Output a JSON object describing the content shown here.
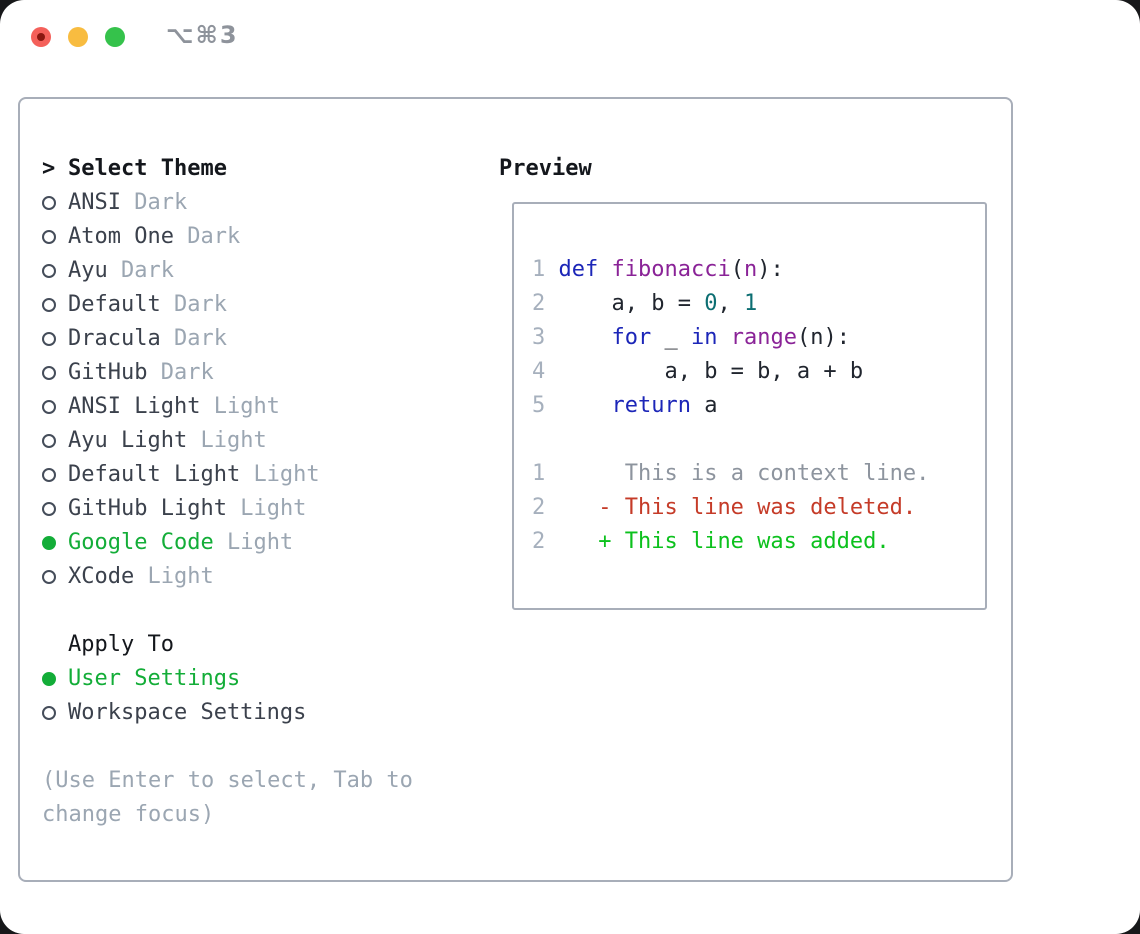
{
  "window": {
    "title": "⌥⌘3"
  },
  "traffic_lights": [
    {
      "name": "close"
    },
    {
      "name": "minimize"
    },
    {
      "name": "zoom"
    }
  ],
  "theme_list": {
    "header_prefix": ">",
    "header": "Select Theme",
    "items": [
      {
        "name": "ANSI",
        "variant": "Dark",
        "selected": false
      },
      {
        "name": "Atom One",
        "variant": "Dark",
        "selected": false
      },
      {
        "name": "Ayu",
        "variant": "Dark",
        "selected": false
      },
      {
        "name": "Default",
        "variant": "Dark",
        "selected": false
      },
      {
        "name": "Dracula",
        "variant": "Dark",
        "selected": false
      },
      {
        "name": "GitHub",
        "variant": "Dark",
        "selected": false
      },
      {
        "name": "ANSI Light",
        "variant": "Light",
        "selected": false
      },
      {
        "name": "Ayu Light",
        "variant": "Light",
        "selected": false
      },
      {
        "name": "Default Light",
        "variant": "Light",
        "selected": false
      },
      {
        "name": "GitHub Light",
        "variant": "Light",
        "selected": false
      },
      {
        "name": "Google Code",
        "variant": "Light",
        "selected": true
      },
      {
        "name": "XCode",
        "variant": "Light",
        "selected": false
      }
    ]
  },
  "apply_to": {
    "header": "Apply To",
    "items": [
      {
        "name": "User Settings",
        "selected": true
      },
      {
        "name": "Workspace Settings",
        "selected": false
      }
    ]
  },
  "hint": {
    "line1": "(Use Enter to select, Tab to",
    "line2": "change focus)"
  },
  "preview": {
    "header": "Preview",
    "code_lines": [
      {
        "segments": [
          {
            "t": "1",
            "c": "num"
          },
          {
            "t": " ",
            "c": "plain"
          },
          {
            "t": "def",
            "c": "kw"
          },
          {
            "t": " ",
            "c": "plain"
          },
          {
            "t": "fibonacci",
            "c": "fn"
          },
          {
            "t": "(",
            "c": "plain"
          },
          {
            "t": "n",
            "c": "fn"
          },
          {
            "t": "):",
            "c": "plain"
          }
        ]
      },
      {
        "segments": [
          {
            "t": "2",
            "c": "num"
          },
          {
            "t": "     a, b = ",
            "c": "plain"
          },
          {
            "t": "0",
            "c": "lit"
          },
          {
            "t": ", ",
            "c": "plain"
          },
          {
            "t": "1",
            "c": "lit"
          }
        ]
      },
      {
        "segments": [
          {
            "t": "3",
            "c": "num"
          },
          {
            "t": "     ",
            "c": "plain"
          },
          {
            "t": "for",
            "c": "kw"
          },
          {
            "t": " _ ",
            "c": "plain"
          },
          {
            "t": "in",
            "c": "kw"
          },
          {
            "t": " ",
            "c": "plain"
          },
          {
            "t": "range",
            "c": "fn"
          },
          {
            "t": "(n):",
            "c": "plain"
          }
        ]
      },
      {
        "segments": [
          {
            "t": "4",
            "c": "num"
          },
          {
            "t": "         a, b = b, a + b",
            "c": "plain"
          }
        ]
      },
      {
        "segments": [
          {
            "t": "5",
            "c": "num"
          },
          {
            "t": "     ",
            "c": "plain"
          },
          {
            "t": "return",
            "c": "kw"
          },
          {
            "t": " a",
            "c": "plain"
          }
        ]
      },
      {
        "segments": []
      },
      {
        "segments": [
          {
            "t": "1",
            "c": "num"
          },
          {
            "t": "      ",
            "c": "plain"
          },
          {
            "t": "This is a context line.",
            "c": "ctx"
          }
        ]
      },
      {
        "segments": [
          {
            "t": "2",
            "c": "num"
          },
          {
            "t": "    ",
            "c": "plain"
          },
          {
            "t": "- This line was deleted.",
            "c": "del"
          }
        ]
      },
      {
        "segments": [
          {
            "t": "2",
            "c": "num"
          },
          {
            "t": "    ",
            "c": "plain"
          },
          {
            "t": "+ This line was added.",
            "c": "add"
          }
        ]
      }
    ]
  },
  "colors": {
    "traffic_close": "#f4605a",
    "traffic_close_dot": "#8a1710",
    "traffic_min": "#f8bc40",
    "traffic_zoom": "#35c24b",
    "title": "#8e939b",
    "border": "#a8aeb9",
    "header_text": "#14171c",
    "text": "#3b414c",
    "muted": "#9ba6b2",
    "hint": "#9ba6b2",
    "circle": "#454d5a",
    "ui_green": "#13ad38",
    "line_number": "#a6b0bd",
    "plain": "#20252e",
    "keyword": "#1c26b8",
    "function": "#8a2397",
    "literal": "#0c6e72",
    "context": "#8d949e",
    "diff_del": "#c53b28",
    "diff_add": "#0cc11d"
  }
}
